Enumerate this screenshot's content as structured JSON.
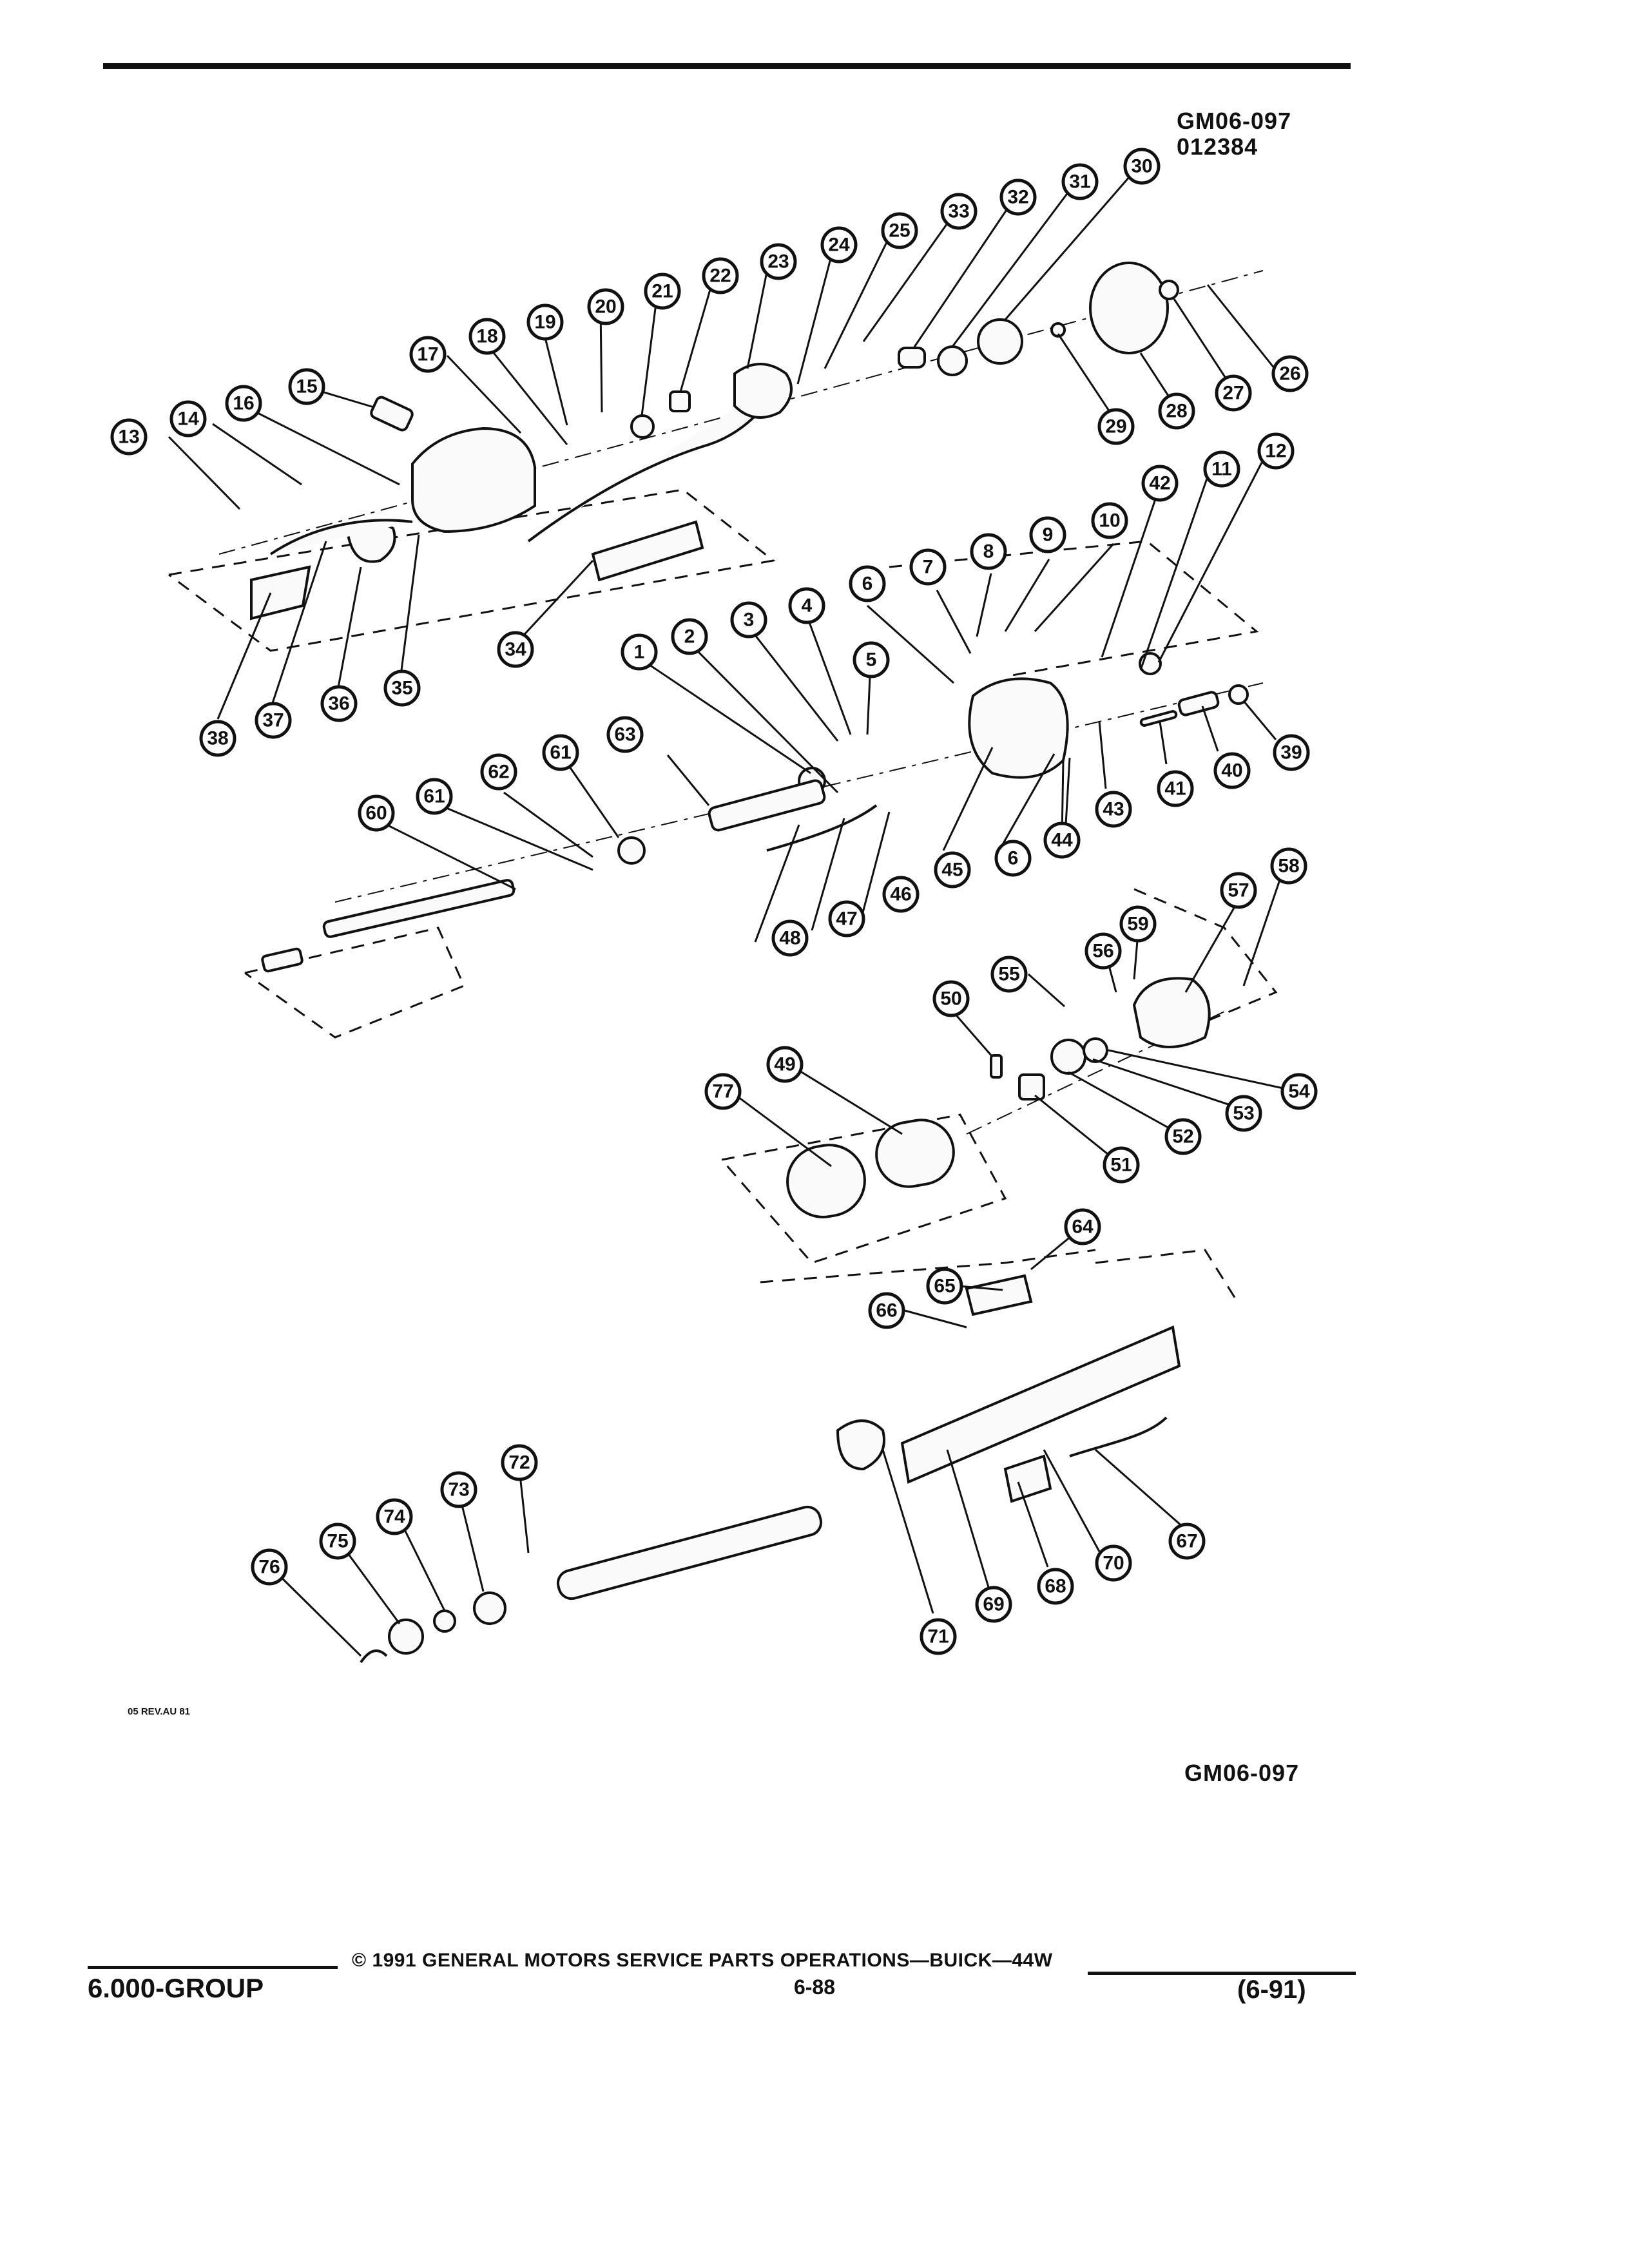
{
  "header": {
    "diagram_code": "GM06-097",
    "diagram_sub_code": "012384"
  },
  "callouts": [
    {
      "n": "1"
    },
    {
      "n": "2"
    },
    {
      "n": "3"
    },
    {
      "n": "4"
    },
    {
      "n": "5"
    },
    {
      "n": "6"
    },
    {
      "n": "6"
    },
    {
      "n": "7"
    },
    {
      "n": "8"
    },
    {
      "n": "9"
    },
    {
      "n": "10"
    },
    {
      "n": "11"
    },
    {
      "n": "12"
    },
    {
      "n": "13"
    },
    {
      "n": "14"
    },
    {
      "n": "15"
    },
    {
      "n": "16"
    },
    {
      "n": "17"
    },
    {
      "n": "18"
    },
    {
      "n": "19"
    },
    {
      "n": "20"
    },
    {
      "n": "21"
    },
    {
      "n": "22"
    },
    {
      "n": "23"
    },
    {
      "n": "24"
    },
    {
      "n": "25"
    },
    {
      "n": "26"
    },
    {
      "n": "27"
    },
    {
      "n": "28"
    },
    {
      "n": "29"
    },
    {
      "n": "30"
    },
    {
      "n": "31"
    },
    {
      "n": "32"
    },
    {
      "n": "33"
    },
    {
      "n": "34"
    },
    {
      "n": "35"
    },
    {
      "n": "36"
    },
    {
      "n": "37"
    },
    {
      "n": "38"
    },
    {
      "n": "39"
    },
    {
      "n": "40"
    },
    {
      "n": "41"
    },
    {
      "n": "42"
    },
    {
      "n": "43"
    },
    {
      "n": "44"
    },
    {
      "n": "45"
    },
    {
      "n": "46"
    },
    {
      "n": "47"
    },
    {
      "n": "48"
    },
    {
      "n": "49"
    },
    {
      "n": "50"
    },
    {
      "n": "51"
    },
    {
      "n": "52"
    },
    {
      "n": "53"
    },
    {
      "n": "54"
    },
    {
      "n": "55"
    },
    {
      "n": "56"
    },
    {
      "n": "57"
    },
    {
      "n": "58"
    },
    {
      "n": "59"
    },
    {
      "n": "60"
    },
    {
      "n": "61"
    },
    {
      "n": "61"
    },
    {
      "n": "62"
    },
    {
      "n": "63"
    },
    {
      "n": "64"
    },
    {
      "n": "65"
    },
    {
      "n": "66"
    },
    {
      "n": "67"
    },
    {
      "n": "68"
    },
    {
      "n": "69"
    },
    {
      "n": "70"
    },
    {
      "n": "71"
    },
    {
      "n": "72"
    },
    {
      "n": "73"
    },
    {
      "n": "74"
    },
    {
      "n": "75"
    },
    {
      "n": "76"
    },
    {
      "n": "77"
    }
  ],
  "revision_note": "05 REV.AU 81",
  "footer": {
    "group": "6.000-GROUP",
    "copyright": "© 1991 GENERAL MOTORS SERVICE PARTS OPERATIONS—BUICK—44W",
    "page": "6-88",
    "edition": "(6-91)",
    "bottom_code": "GM06-097"
  }
}
